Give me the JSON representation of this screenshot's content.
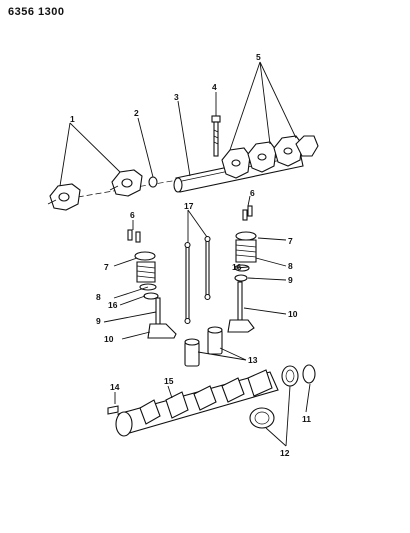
{
  "header": {
    "doc_code": "6356 1300"
  },
  "callouts": [
    {
      "id": "c1",
      "text": "1"
    },
    {
      "id": "c2",
      "text": "2"
    },
    {
      "id": "c3",
      "text": "3"
    },
    {
      "id": "c4",
      "text": "4"
    },
    {
      "id": "c5",
      "text": "5"
    },
    {
      "id": "c6a",
      "text": "6"
    },
    {
      "id": "c6b",
      "text": "6"
    },
    {
      "id": "c7a",
      "text": "7"
    },
    {
      "id": "c7b",
      "text": "7"
    },
    {
      "id": "c8a",
      "text": "8"
    },
    {
      "id": "c8b",
      "text": "8"
    },
    {
      "id": "c9a",
      "text": "9"
    },
    {
      "id": "c9b",
      "text": "9"
    },
    {
      "id": "c10a",
      "text": "10"
    },
    {
      "id": "c10b",
      "text": "10"
    },
    {
      "id": "c11",
      "text": "11"
    },
    {
      "id": "c12",
      "text": "12"
    },
    {
      "id": "c13",
      "text": "13"
    },
    {
      "id": "c14",
      "text": "14"
    },
    {
      "id": "c15",
      "text": "15"
    },
    {
      "id": "c16a",
      "text": "16"
    },
    {
      "id": "c16b",
      "text": "16"
    },
    {
      "id": "c17",
      "text": "17"
    }
  ]
}
